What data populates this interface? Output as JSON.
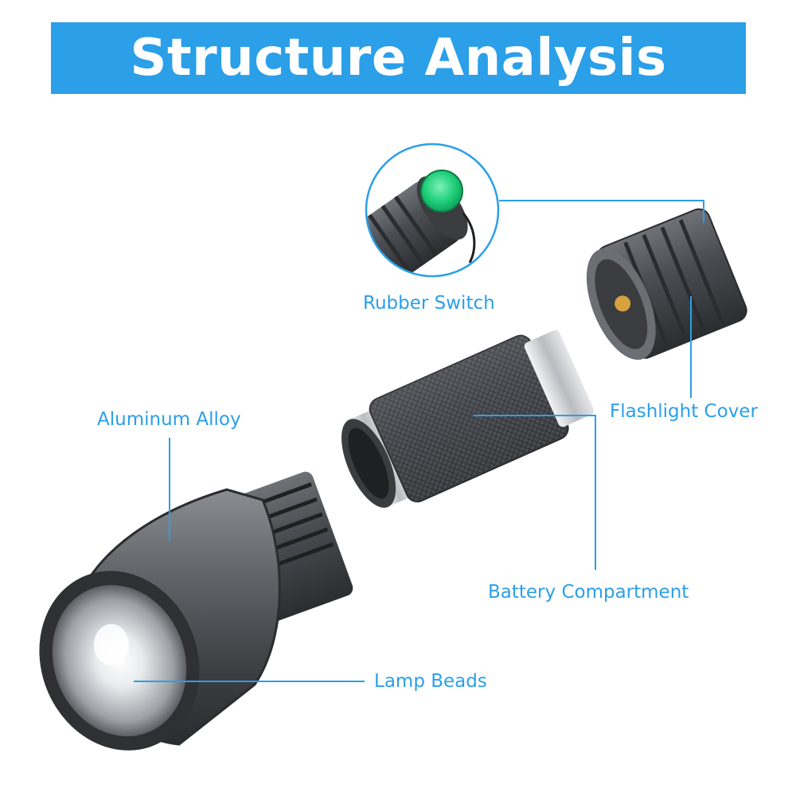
{
  "header": {
    "title": "Structure Analysis"
  },
  "callouts": {
    "rubber_switch": "Rubber Switch",
    "aluminum_alloy": "Aluminum Alloy",
    "flashlight_cover": "Flashlight Cover",
    "battery_compartment": "Battery Compartment",
    "lamp_beads": "Lamp Beads"
  },
  "colors": {
    "accent": "#2b9fe8",
    "switch_green": "#1fd07a",
    "body_metal": "#5b5e63",
    "thread_silver": "#d6d8db"
  }
}
